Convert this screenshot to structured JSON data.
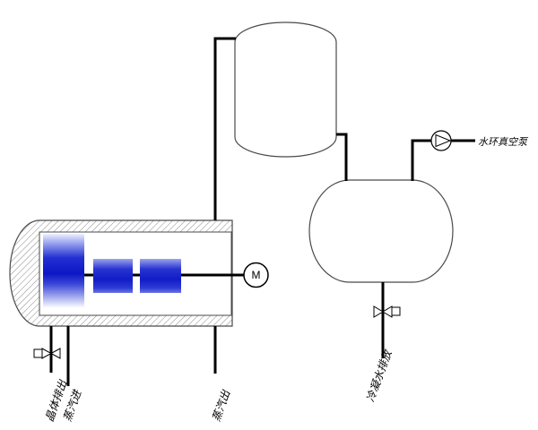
{
  "labels": {
    "crystal_out": "晶体排出",
    "steam_in": "蒸汽进",
    "steam_out": "蒸汽出",
    "condensate_drain": "冷凝水排放",
    "vacuum_pump": "水环真空泵",
    "motor": "M"
  },
  "colors": {
    "element_blue_dark": "#0d16c5",
    "element_blue_light": "#9aa4ee",
    "pipe_black": "#000000",
    "vessel_outline_gray": "#4a4a4a",
    "hatch_gray": "#8a8a8a"
  },
  "icons": {
    "pump": "centrifugal-pump-icon",
    "valve_left": "gate-valve-icon",
    "valve_right": "gate-valve-icon",
    "motor": "motor-icon"
  }
}
